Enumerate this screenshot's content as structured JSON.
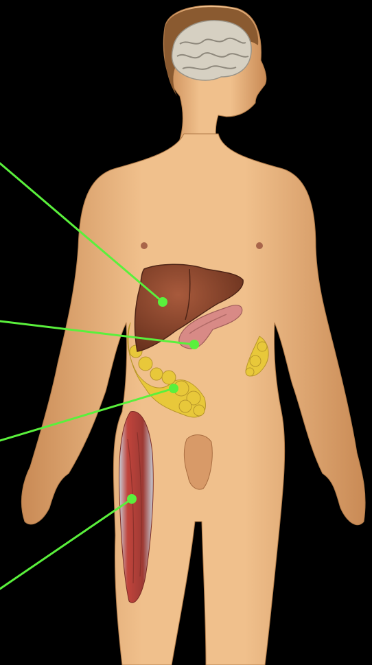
{
  "diagram": {
    "background": "#000000",
    "leader_color": "#5af03c",
    "skin_color": "#e8b07c",
    "brain_color": "#d6d0c2",
    "liver_color": "#8a4a30",
    "pancreas_color": "#d88a86",
    "fat_color": "#e8c83a",
    "muscle_color": "#b8423c",
    "tendon_color": "#c6ced8",
    "annotations": [
      {
        "organ": "liver"
      },
      {
        "organ": "pancreas"
      },
      {
        "organ": "adipose-tissue"
      },
      {
        "organ": "thigh-muscle"
      }
    ]
  }
}
